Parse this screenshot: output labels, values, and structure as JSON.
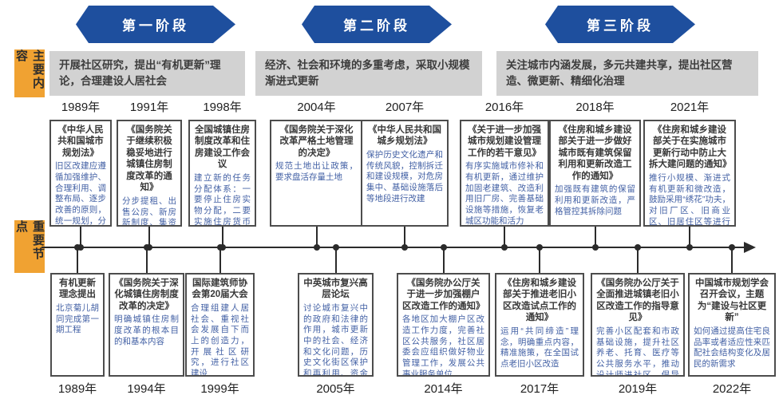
{
  "colors": {
    "banner_blue": "#1e4f9e",
    "summary_gray": "#d2d2d2",
    "sidebar_orange": "#f0a232",
    "desc_blue": "#4361a5",
    "axis_black": "#2b2b2b"
  },
  "sidebar": {
    "main_content_label": "主要内容",
    "key_nodes_label": "重要节点"
  },
  "stages": [
    {
      "label": "第一阶段",
      "summary": "开展社区研究，提出“有机更新”理论，合理建设人居社会"
    },
    {
      "label": "第二阶段",
      "summary": "经济、社会和环境的多重考虑，采取小规模渐进式更新"
    },
    {
      "label": "第三阶段",
      "summary": "关注城市内涵发展，多元共建共享，提出社区营造、微更新、精细化治理"
    }
  ],
  "top_events": [
    {
      "year": "1989年",
      "title": "《中华人民共和国城市规划法》",
      "desc": "旧区改建应遵循加强维护、合理利用、调整布局、逐步改善的原则，统一规划，分期实施"
    },
    {
      "year": "1991年",
      "title": "《国务院关于继续积极稳妥地进行城镇住房制度改革的通知》",
      "desc": "分步提租、出售公房、新房新制度、集资合作建房等多种形式推进房改的思路"
    },
    {
      "year": "1998年",
      "title": "全国城镇住房制度改革和住房建设工作会议",
      "desc": "建立新的任务分配体系：一要停止住房实物分配，二要实施住房货币化分配"
    },
    {
      "year": "2004年",
      "title": "《国务院关于深化改革严格土地管理的决定》",
      "desc": "规范土地出让政策，要求盘活存量土地"
    },
    {
      "year": "2007年",
      "title": "《中华人民共和国城乡规划法》",
      "desc": "保护历史文化遗产和传统风貌，控制拆迁和建设规模，对危房集中、基础设施落后等地段进行改建"
    },
    {
      "year": "2016年",
      "title": "《关于进一步加强城市规划建设管理工作的若干意见》",
      "desc": "有序实施城市修补和有机更新，通过维护加固老建筑、改造利用旧厂房、完善基础设施等措施，恢复老城区功能和活力"
    },
    {
      "year": "2018年",
      "title": "《住房和城乡建设部关于进一步做好城市既有建筑保留利用和更新改造工作的通知》",
      "desc": "加强既有建筑的保留利用和更新改造，严格管控其拆除问题"
    },
    {
      "year": "2021年",
      "title": "《住房和城乡建设部关于在实施城市更新行动中防止大拆大建问题的通知》",
      "desc": "推行小规模、渐进式有机更新和微改造，鼓励采用“绣花”功夫，对旧厂区、旧商业区、旧居住区等进行织补式更新"
    }
  ],
  "bottom_events": [
    {
      "year": "1989年",
      "title": "有机更新理念提出",
      "desc": "北京菊儿胡同完成第一期工程"
    },
    {
      "year": "1994年",
      "title": "《国务院关于深化城镇住房制度改革的决定》",
      "desc": "明确城镇住房制度改革的根本目的和基本内容"
    },
    {
      "year": "1999年",
      "title": "国际建筑师协会第20届大会",
      "desc": "合理组建人居社会、重视社会发展自下而上的创造力，开展社区研究，进行社区建设"
    },
    {
      "year": "2005年",
      "title": "中英城市复兴高层论坛",
      "desc": "讨论城市复兴中的政府和法律的作用，城市更新中的社会、经济和文化问题，历史文化街区保护和再利用、资金和管理等问题"
    },
    {
      "year": "2014年",
      "title": "《国务院办公厅关于进一步加强棚户区改造工作的通知》",
      "desc": "各地区加大棚户区改造工作力度，完善社区公共服务，社区居委会应组织做好物业管理工作，发展公共事业服务单位"
    },
    {
      "year": "2017年",
      "title": "《住房和城乡建设部关于推进老旧小区改造试点工作的通知》",
      "desc": "运用“共同缔造”理念，明确重点内容，精准施策，在全国试点老旧小区改造"
    },
    {
      "year": "2019年",
      "title": "《国务院办公厅关于全面推进城镇老旧小区改造工作的指导意见》",
      "desc": "完善小区配套和市政基础设施，提升社区养老、托育、医疗等公共服务水平，推动设计师进社区，倡导居民有效参与设计"
    },
    {
      "year": "2022年",
      "title": "中国城市规划学会召开会议，主题为“建设与社区更新”",
      "desc": "如何通过提高住宅良品率或者适应性来匹配社会结构变化及居民的新需求"
    }
  ]
}
